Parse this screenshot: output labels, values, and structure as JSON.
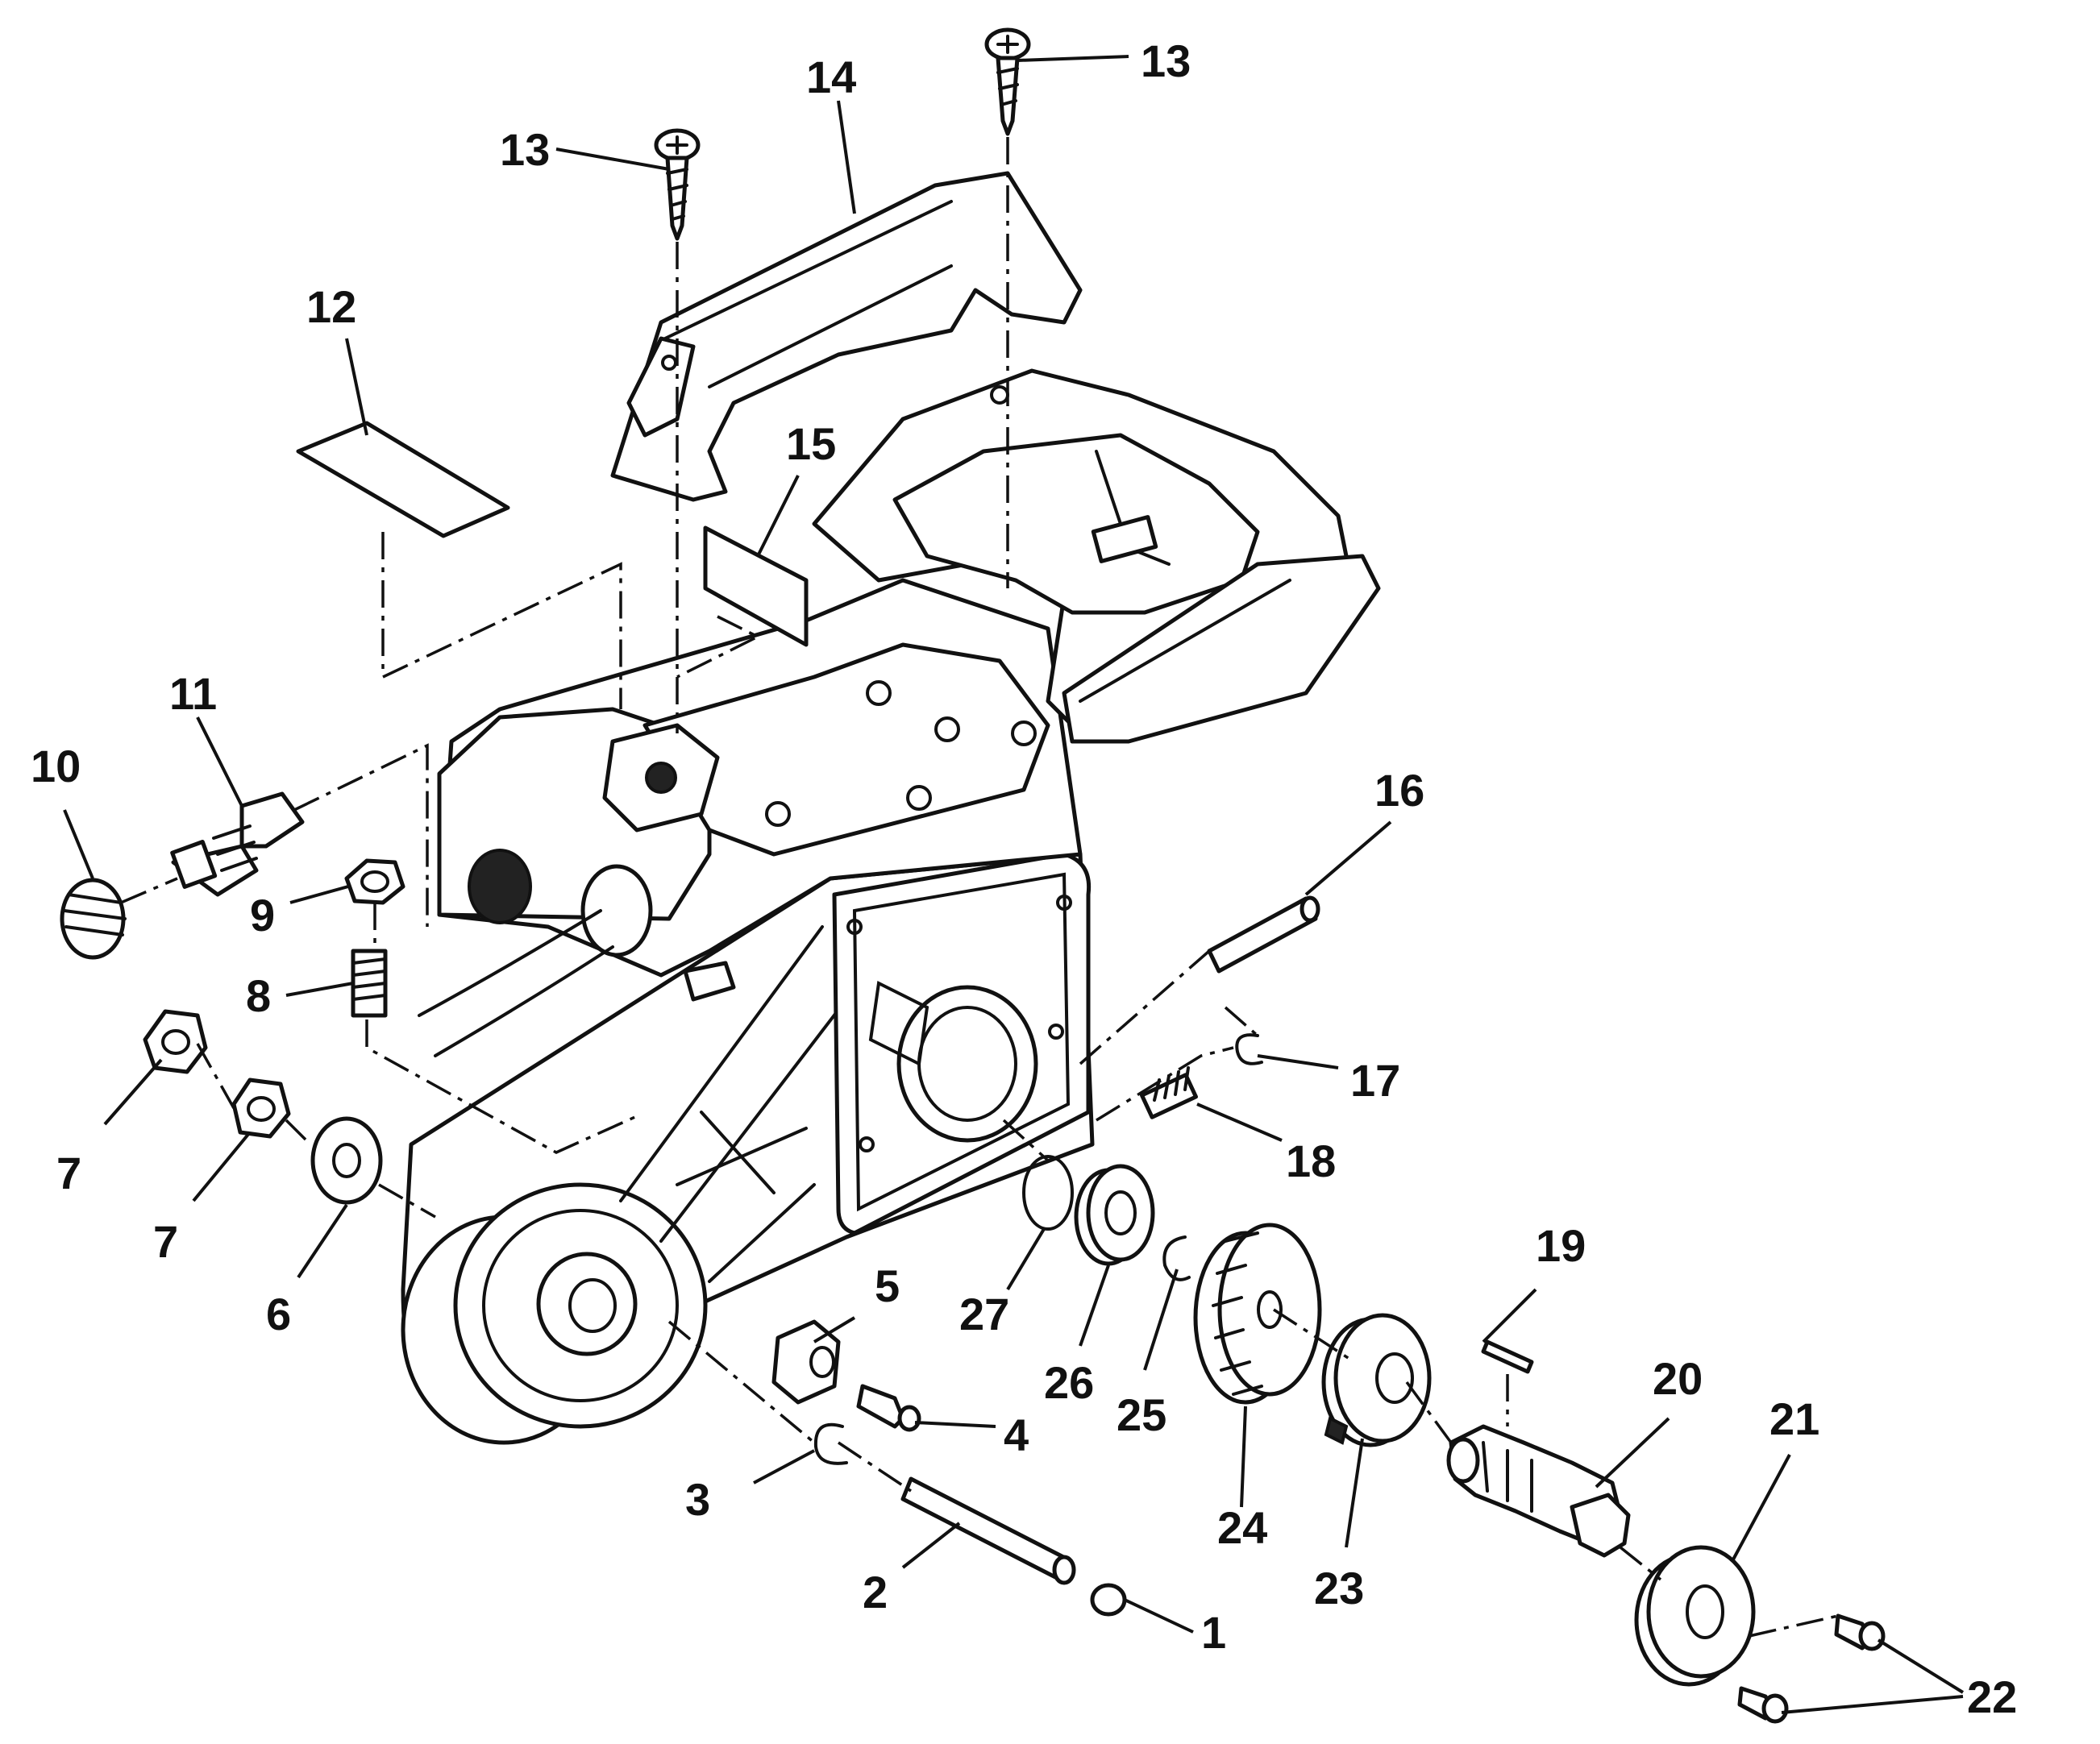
{
  "callouts": [
    {
      "id": "c1",
      "text": "1"
    },
    {
      "id": "c2",
      "text": "2"
    },
    {
      "id": "c3",
      "text": "3"
    },
    {
      "id": "c4",
      "text": "4"
    },
    {
      "id": "c5",
      "text": "5"
    },
    {
      "id": "c6",
      "text": "6"
    },
    {
      "id": "c7a",
      "text": "7"
    },
    {
      "id": "c7b",
      "text": "7"
    },
    {
      "id": "c8",
      "text": "8"
    },
    {
      "id": "c9",
      "text": "9"
    },
    {
      "id": "c10",
      "text": "10"
    },
    {
      "id": "c11",
      "text": "11"
    },
    {
      "id": "c12",
      "text": "12"
    },
    {
      "id": "c13a",
      "text": "13"
    },
    {
      "id": "c13b",
      "text": "13"
    },
    {
      "id": "c14",
      "text": "14"
    },
    {
      "id": "c15",
      "text": "15"
    },
    {
      "id": "c16",
      "text": "16"
    },
    {
      "id": "c17",
      "text": "17"
    },
    {
      "id": "c18",
      "text": "18"
    },
    {
      "id": "c19",
      "text": "19"
    },
    {
      "id": "c20",
      "text": "20"
    },
    {
      "id": "c21",
      "text": "21"
    },
    {
      "id": "c22",
      "text": "22"
    },
    {
      "id": "c23",
      "text": "23"
    },
    {
      "id": "c24",
      "text": "24"
    },
    {
      "id": "c25",
      "text": "25"
    },
    {
      "id": "c26",
      "text": "26"
    },
    {
      "id": "c27",
      "text": "27"
    }
  ]
}
